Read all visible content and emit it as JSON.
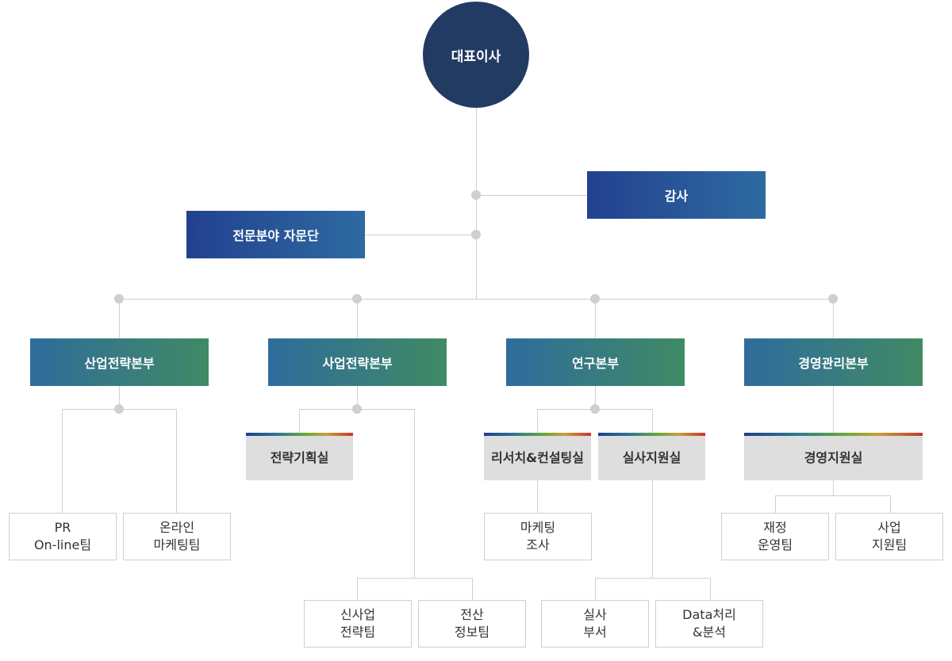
{
  "ceo": {
    "label": "대표이사"
  },
  "audit": {
    "label": "감사"
  },
  "advisory": {
    "label": "전문분야 자문단"
  },
  "divisions": [
    {
      "label": "산업전략본부"
    },
    {
      "label": "사업전략본부"
    },
    {
      "label": "연구본부"
    },
    {
      "label": "경영관리본부"
    }
  ],
  "offices": [
    {
      "label": "전략기획실"
    },
    {
      "label": "리서치&컨설팅실"
    },
    {
      "label": "실사지원실"
    },
    {
      "label": "경영지원실"
    }
  ],
  "teams": [
    {
      "line1": "PR",
      "line2": "On-line팀"
    },
    {
      "line1": "온라인",
      "line2": "마케팅팀"
    },
    {
      "line1": "마케팅",
      "line2": "조사"
    },
    {
      "line1": "재정",
      "line2": "운영팀"
    },
    {
      "line1": "사업",
      "line2": "지원팀"
    },
    {
      "line1": "신사업",
      "line2": "전략팀"
    },
    {
      "line1": "전산",
      "line2": "정보팀"
    },
    {
      "line1": "실사",
      "line2": "부서"
    },
    {
      "line1": "Data처리",
      "line2": "&분석"
    }
  ]
}
